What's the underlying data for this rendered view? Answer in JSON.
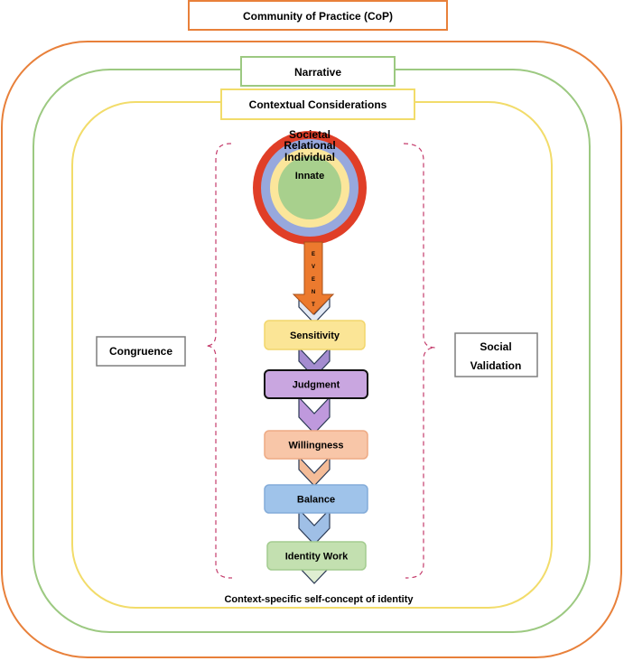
{
  "community_label": "Community of Practice (CoP)",
  "narrative_label": "Narrative",
  "contextual_label": "Contextual Considerations",
  "circles": {
    "societal": "Societal",
    "relational": "Relational",
    "individual": "Individual",
    "innate": "Innate"
  },
  "event_letters": [
    "E",
    "V",
    "E",
    "N",
    "T"
  ],
  "steps": [
    {
      "label": "Sensitivity",
      "fill": "#fbe596",
      "stroke": "#f2d66c"
    },
    {
      "label": "Judgment",
      "fill": "#c9a6e0",
      "stroke": "#111111"
    },
    {
      "label": "Willingness",
      "fill": "#f8c6a8",
      "stroke": "#eeaa84"
    },
    {
      "label": "Balance",
      "fill": "#9fc3ea",
      "stroke": "#84acd9"
    },
    {
      "label": "Identity Work",
      "fill": "#c3e0b0",
      "stroke": "#a3cc8f"
    }
  ],
  "chevron_fills": [
    "#e2e8f3",
    "#a48cd0",
    "#bf99dd",
    "#f4bc98",
    "#9fbfe6",
    "#dfeed2"
  ],
  "congruence_label": "Congruence",
  "social_validation_lines": [
    "Social",
    "Validation"
  ],
  "bottom_label": "Context-specific self-concept of identity",
  "colors": {
    "orange": "#e8803a",
    "green": "#9cc981",
    "yellow": "#f2dc6a",
    "bracket": "#c43b6b",
    "red_ring": "#e03e27",
    "blue_ring": "#97a8dd",
    "yellow_ring": "#fbe69b",
    "green_core": "#a8d08d",
    "event_arrow": "#ec7a2e"
  }
}
